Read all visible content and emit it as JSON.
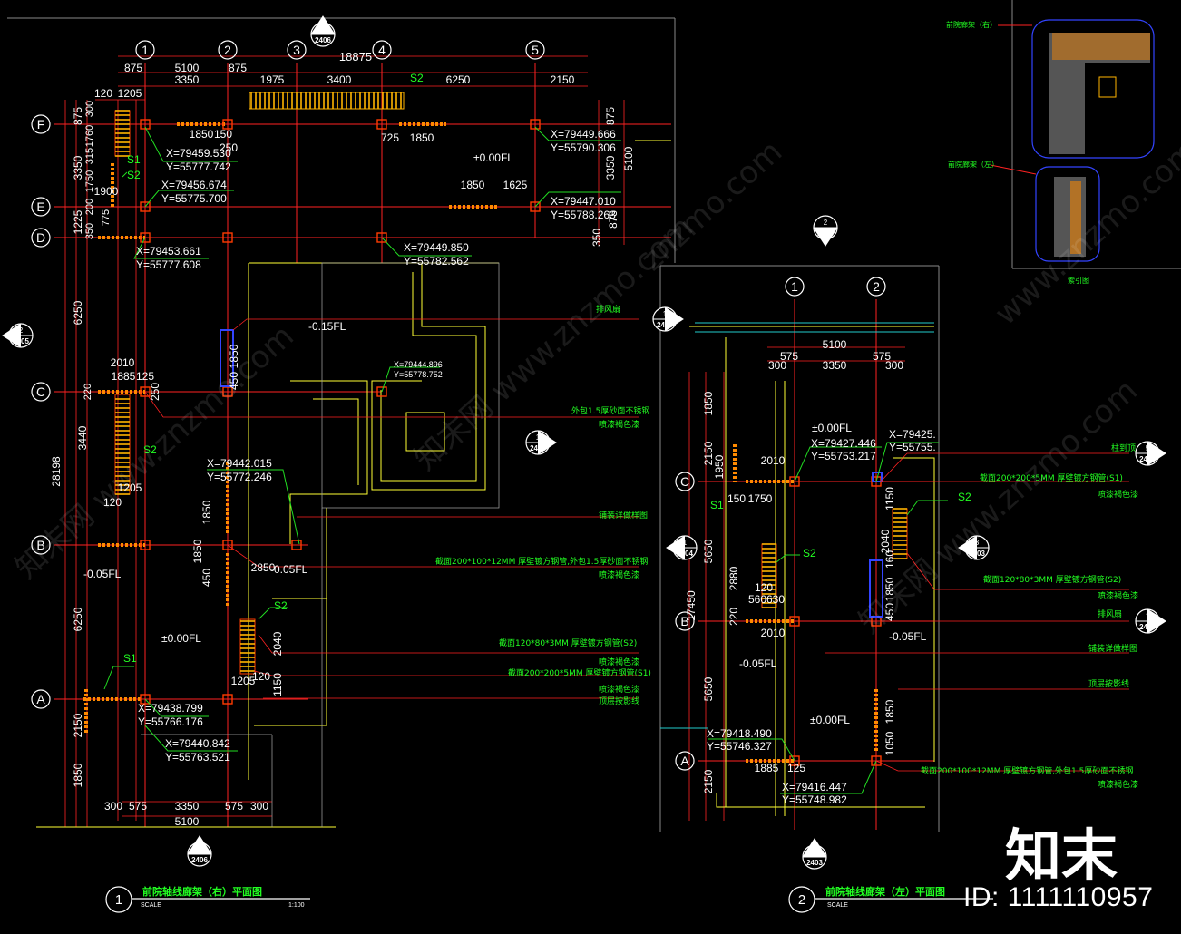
{
  "colors": {
    "background": "#000000",
    "grid": "#ff2222",
    "dim": "#ff2a2a",
    "text": "#ffffff",
    "note": "#22ff22",
    "column": "#ff3b00",
    "slat": "#ffb400",
    "yellow": "#ffff33",
    "blue": "#3344ff",
    "cyan": "#22cccc"
  },
  "watermark": {
    "logo": "知末",
    "id": "ID: 1111110957",
    "repeat_texts": [
      "知末网 www.znzmo.com",
      "znzmo.com",
      "www.znzmo.com"
    ]
  },
  "plan_right": {
    "title": "前院轴线廊架（右）平面图",
    "title_num": "1",
    "scale_label": "SCALE",
    "scale": "1:100",
    "axes_v": [
      "1",
      "2",
      "3",
      "4",
      "5"
    ],
    "axes_h": [
      "F",
      "E",
      "D",
      "C",
      "B",
      "A"
    ],
    "overall_dim": "18875",
    "top_dims_1": [
      "875",
      "5100",
      "875"
    ],
    "top_dims_2": [
      "3350",
      "1975",
      "3400",
      "6250",
      "2150"
    ],
    "top_dims_3": [
      "120",
      "1205"
    ],
    "bottom_dims_1": [
      "300",
      "575",
      "3350",
      "575",
      "300"
    ],
    "bottom_dim_total": "5100",
    "left_dims": [
      "875",
      "3350",
      "1225",
      "6250",
      "3440",
      "6250",
      "2150",
      "1850"
    ],
    "left_small_dims": [
      "300",
      "1760",
      "315",
      "1750",
      "200",
      "350",
      "775",
      "220",
      "1900"
    ],
    "left_total": "28198",
    "right_dims": [
      "875",
      "3350",
      "875",
      "5100",
      "350"
    ],
    "coords": [
      {
        "x": "X=79459.530",
        "y": "Y=55777.742"
      },
      {
        "x": "X=79456.674",
        "y": "Y=55775.700"
      },
      {
        "x": "X=79453.661",
        "y": "Y=55777.608"
      },
      {
        "x": "X=79449.666",
        "y": "Y=55790.306"
      },
      {
        "x": "X=79447.010",
        "y": "Y=55788.263"
      },
      {
        "x": "X=79449.850",
        "y": "Y=55782.562"
      },
      {
        "x": "X=79444.896",
        "y": "Y=55778.752"
      },
      {
        "x": "X=79442.015",
        "y": "Y=55772.246"
      },
      {
        "x": "X=79438.799",
        "y": "Y=55766.176"
      },
      {
        "x": "X=79440.842",
        "y": "Y=55763.521"
      }
    ],
    "inner_dims": [
      "1850",
      "150",
      "250",
      "725",
      "1850",
      "1850",
      "1625",
      "2010",
      "1885",
      "125",
      "1205",
      "120",
      "250",
      "1850",
      "450",
      "1850",
      "1850",
      "450",
      "2850",
      "2040",
      "1150",
      "1205",
      "120"
    ],
    "levels": [
      "±0.00FL",
      "-0.15FL",
      "-0.05FL",
      "-0.05FL",
      "±0.00FL"
    ],
    "tags": [
      "S2",
      "S1",
      "S2",
      "S2",
      "S1",
      "S2"
    ],
    "callouts": [
      {
        "num": "2",
        "sheet": "2406"
      },
      {
        "num": "2",
        "sheet": "2405"
      },
      {
        "num": "1",
        "sheet": "2405"
      },
      {
        "num": "1",
        "sheet": "2409"
      },
      {
        "num": "2",
        "sheet": "2406"
      }
    ],
    "notes": [
      "排风扇",
      "外包1.5厚砂面不锈钢",
      "喷漆褐色漆",
      "铺装详做样图",
      "截面200*100*12MM 厚壁镀方钢管,外包1.5厚砂面不锈钢",
      "喷漆褐色漆",
      "截面120*80*3MM 厚壁镀方钢管(S2)",
      "喷漆褐色漆",
      "截面200*200*5MM 厚壁镀方钢管(S1)",
      "喷漆褐色漆",
      "顶层按影线"
    ]
  },
  "plan_left": {
    "title": "前院轴线廊架（左）平面图",
    "title_num": "2",
    "scale_label": "SCALE",
    "axes_v": [
      "1",
      "2"
    ],
    "axes_h": [
      "C",
      "B",
      "A"
    ],
    "top_dims_total": "5100",
    "top_dims_1": [
      "575",
      "575"
    ],
    "top_dims_2": [
      "300",
      "3350",
      "300"
    ],
    "left_dims": [
      "1850",
      "2150",
      "1950",
      "5650",
      "17450",
      "2880",
      "220",
      "5650",
      "2150"
    ],
    "coords": [
      {
        "x": "X=79427.446",
        "y": "Y=55753.217"
      },
      {
        "x": "X=79425.",
        "y": "Y=55755."
      },
      {
        "x": "X=79418.490",
        "y": "Y=55746.327"
      },
      {
        "x": "X=79416.447",
        "y": "Y=55748.982"
      }
    ],
    "inner_dims": [
      "2010",
      "150",
      "1750",
      "120",
      "560",
      "630",
      "2010",
      "1150",
      "2040",
      "160",
      "1850",
      "450",
      "1850",
      "1050",
      "1885",
      "125"
    ],
    "levels": [
      "±0.00FL",
      "-0.05FL",
      "-0.05FL",
      "±0.00FL"
    ],
    "tags": [
      "S1",
      "S2",
      "S2"
    ],
    "callouts": [
      {
        "num": "2",
        "sheet": "2403"
      },
      {
        "num": "5",
        "sheet": "2408"
      },
      {
        "num": "1",
        "sheet": "2404"
      },
      {
        "num": "3",
        "sheet": "2403"
      },
      {
        "num": "1",
        "sheet": "2409"
      },
      {
        "num": "1",
        "sheet": "2403"
      }
    ],
    "notes": [
      "柱到顶",
      "截面200*200*5MM 厚壁镀方钢管(S1)",
      "喷漆褐色漆",
      "截面120*80*3MM 厚壁镀方钢管(S2)",
      "喷漆褐色漆",
      "排风扇",
      "铺装详做样图",
      "顶层按影线",
      "截面200*100*12MM 厚壁镀方钢管,外包1.5厚砂面不锈钢",
      "喷漆褐色漆"
    ]
  },
  "key_plan": {
    "label_top": "前院廊架（右）",
    "label_mid": "前院廊架（左）",
    "label_bottom": "索引图"
  }
}
